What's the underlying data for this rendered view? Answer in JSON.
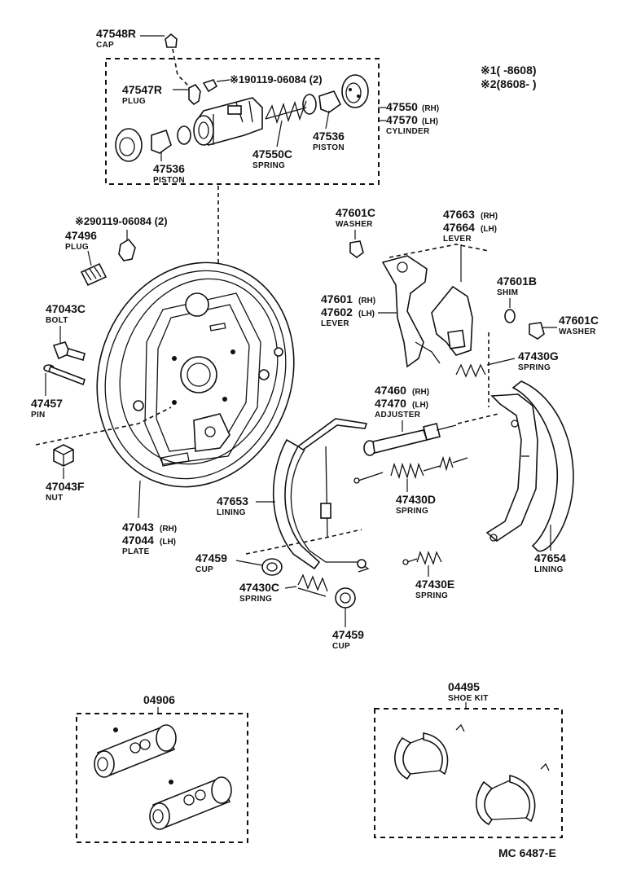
{
  "legend": {
    "line1": "※1(      -8608)",
    "line2": "※2(8608-       )"
  },
  "labels": {
    "p47548R": "47548R",
    "cap": "CAP",
    "bolt_ref_1": "※190119-06084 (2)",
    "p47547R": "47547R",
    "plug_1": "PLUG",
    "p47550": "47550",
    "p47570": "47570",
    "cylinder": "CYLINDER",
    "rh": "(RH)",
    "lh": "(LH)",
    "p47536_a": "47536",
    "piston_a": "PISTON",
    "p47550C": "47550C",
    "spring_a": "SPRING",
    "p47536_b": "47536",
    "piston_b": "PISTON",
    "bolt_ref_2": "※290119-06084 (2)",
    "p47496": "47496",
    "plug_2": "PLUG",
    "p47601C_a": "47601C",
    "washer_a": "WASHER",
    "p47663": "47663",
    "p47664": "47664",
    "lever_a": "LEVER",
    "p47601B": "47601B",
    "shim": "SHIM",
    "p47601": "47601",
    "p47602": "47602",
    "lever_b": "LEVER",
    "p47601C_b": "47601C",
    "washer_b": "WASHER",
    "p47043C": "47043C",
    "bolt": "BOLT",
    "p47430G": "47430G",
    "spring_g": "SPRING",
    "p47457": "47457",
    "pin": "PIN",
    "p47460": "47460",
    "p47470": "47470",
    "adjuster": "ADJUSTER",
    "p47043F": "47043F",
    "nut": "NUT",
    "p47653": "47653",
    "lining_a": "LINING",
    "p47430D": "47430D",
    "spring_d": "SPRING",
    "p47043": "47043",
    "p47044": "47044",
    "plate": "PLATE",
    "p47654": "47654",
    "lining_b": "LINING",
    "p47459_a": "47459",
    "cup_a": "CUP",
    "p47430C": "47430C",
    "spring_c": "SPRING",
    "p47430E": "47430E",
    "spring_e": "SPRING",
    "p47459_b": "47459",
    "cup_b": "CUP",
    "p04906": "04906",
    "p04495": "04495",
    "shoe_kit": "SHOE KIT",
    "footer": "MC  6487-E"
  }
}
